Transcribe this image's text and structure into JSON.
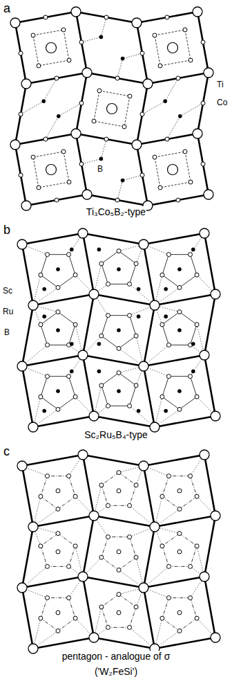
{
  "diagram": {
    "labels": [
      "a",
      "Ti",
      "Co",
      "B",
      "Ti₃Co₅B₂-type",
      "b",
      "Sc",
      "Ru",
      "B",
      "Sc₂Ru₅B₄-type",
      "c",
      "pentagon - analogue of σ",
      "('W₂FeSi')"
    ]
  }
}
